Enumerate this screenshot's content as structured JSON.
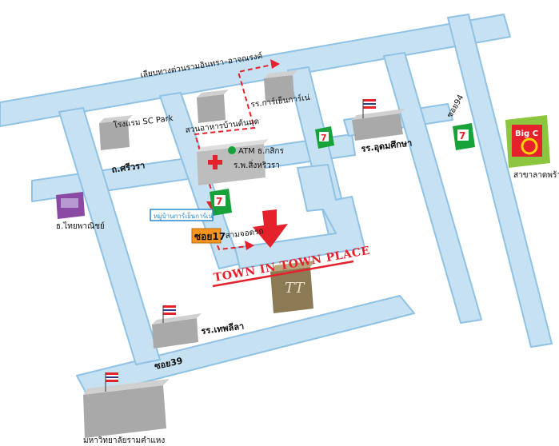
{
  "labels": {
    "expressway": "เลียบทางด่วนรามอินทรา–อาจณรงค์",
    "hotel": "โรงแรม SC Park",
    "park": "สวนอาหารบ้านต้นมุด",
    "school_kanchana": "รร.การ์เย็นการ์เน่",
    "school_udom": "รร.อุดมศึกษา",
    "soi94": "ซอย94",
    "big_c_branch": "สาขาลาดพร้าว",
    "sriwara_road": "ถ.ศรีวรา",
    "atm": "ATM ธ.กสิกร",
    "hospital": "ร.พ.สิ่งหริวรา",
    "thai_bank": "ธ.ไทยพาณิชย์",
    "village": "หมู่บ้านการ์เย็นการ์เน่",
    "soi17": "ซอย17",
    "junction": "สามจอดรถ",
    "town_in_town": "TOWN IN TOWN PLACE",
    "tt_logo": "TT",
    "school_thep": "รร.เทพลีลา",
    "soi39": "ซอย39",
    "ram_university": "มหาวิทยาลัยรามคำแหง",
    "big_c": "Big C",
    "seven_eleven": "7"
  },
  "colors": {
    "road_fill": "#c6e1f2",
    "road_edge": "#8fc2e4",
    "route": "#e5212b",
    "building": "#b9b9b9",
    "seven_green": "#17a23a",
    "big_c_red": "#e5212b",
    "big_c_green": "#8cc63f",
    "soi17_orange": "#f7941d",
    "village_blue": "#2b8bd0",
    "bank_purple": "#8a4aa3",
    "tt_brown": "#8c7a55"
  },
  "icons": [
    "thai-flag-icon",
    "hospital-cross-icon",
    "seven-eleven-icon",
    "big-c-icon",
    "arrow-down-icon"
  ]
}
